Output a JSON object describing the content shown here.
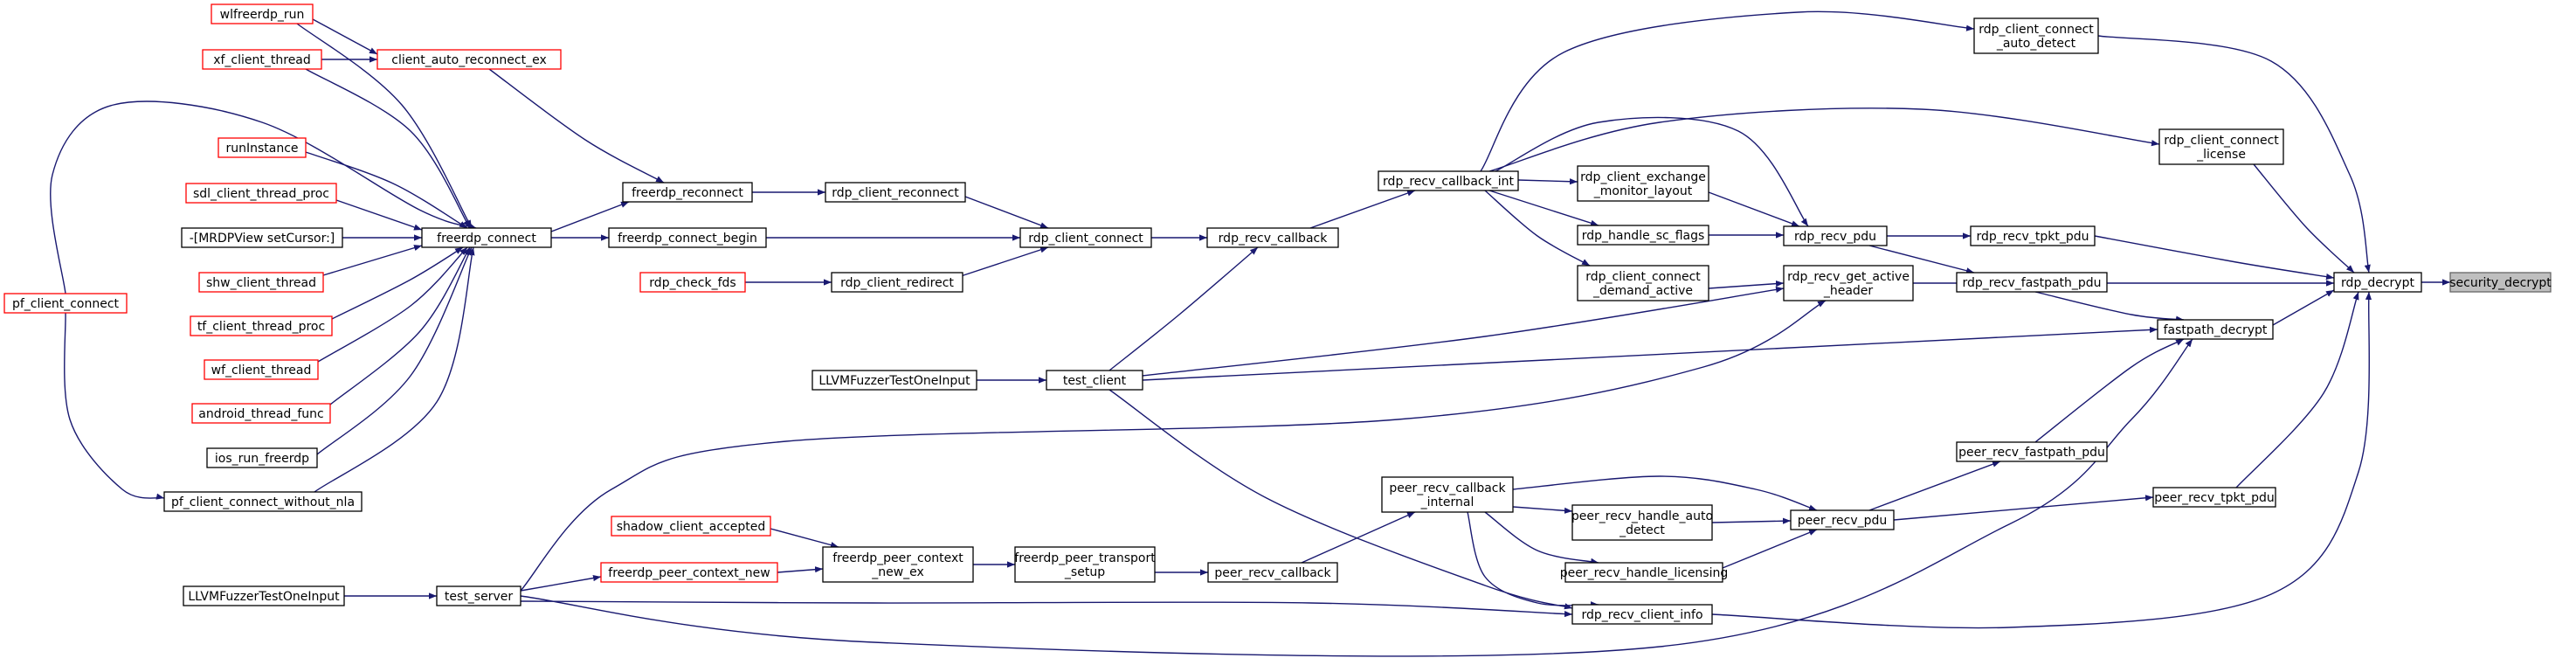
{
  "nodes": {
    "security_decrypt": {
      "lines": [
        "security_decrypt"
      ],
      "style": "grey"
    },
    "rdp_decrypt": {
      "lines": [
        "rdp_decrypt"
      ],
      "style": "black"
    },
    "rdp_client_connect_auto_detect": {
      "lines": [
        "rdp_client_connect",
        "_auto_detect"
      ],
      "style": "black"
    },
    "rdp_client_connect_license": {
      "lines": [
        "rdp_client_connect",
        "_license"
      ],
      "style": "black"
    },
    "rdp_recv_tpkt_pdu": {
      "lines": [
        "rdp_recv_tpkt_pdu"
      ],
      "style": "black"
    },
    "rdp_recv_fastpath_pdu": {
      "lines": [
        "rdp_recv_fastpath_pdu"
      ],
      "style": "black"
    },
    "rdp_recv_get_active_header": {
      "lines": [
        "rdp_recv_get_active",
        "_header"
      ],
      "style": "black"
    },
    "fastpath_decrypt": {
      "lines": [
        "fastpath_decrypt"
      ],
      "style": "black"
    },
    "peer_recv_fastpath_pdu": {
      "lines": [
        "peer_recv_fastpath_pdu"
      ],
      "style": "black"
    },
    "peer_recv_tpkt_pdu": {
      "lines": [
        "peer_recv_tpkt_pdu"
      ],
      "style": "black"
    },
    "rdp_recv_pdu": {
      "lines": [
        "rdp_recv_pdu"
      ],
      "style": "black"
    },
    "rdp_client_exchange_monitor_layout": {
      "lines": [
        "rdp_client_exchange",
        "_monitor_layout"
      ],
      "style": "black"
    },
    "rdp_handle_sc_flags": {
      "lines": [
        "rdp_handle_sc_flags"
      ],
      "style": "black"
    },
    "rdp_client_connect_demand_active": {
      "lines": [
        "rdp_client_connect",
        "_demand_active"
      ],
      "style": "black"
    },
    "rdp_recv_callback_int": {
      "lines": [
        "rdp_recv_callback_int"
      ],
      "style": "black"
    },
    "rdp_recv_callback": {
      "lines": [
        "rdp_recv_callback"
      ],
      "style": "black"
    },
    "rdp_client_connect": {
      "lines": [
        "rdp_client_connect"
      ],
      "style": "black"
    },
    "rdp_client_reconnect": {
      "lines": [
        "rdp_client_reconnect"
      ],
      "style": "black"
    },
    "rdp_client_redirect": {
      "lines": [
        "rdp_client_redirect"
      ],
      "style": "black"
    },
    "rdp_check_fds": {
      "lines": [
        "rdp_check_fds"
      ],
      "style": "red"
    },
    "freerdp_reconnect": {
      "lines": [
        "freerdp_reconnect"
      ],
      "style": "black"
    },
    "freerdp_connect_begin": {
      "lines": [
        "freerdp_connect_begin"
      ],
      "style": "black"
    },
    "freerdp_connect": {
      "lines": [
        "freerdp_connect"
      ],
      "style": "black"
    },
    "client_auto_reconnect_ex": {
      "lines": [
        "client_auto_reconnect_ex"
      ],
      "style": "red"
    },
    "wlfreerdp_run": {
      "lines": [
        "wlfreerdp_run"
      ],
      "style": "red"
    },
    "xf_client_thread": {
      "lines": [
        "xf_client_thread"
      ],
      "style": "red"
    },
    "runInstance": {
      "lines": [
        "runInstance"
      ],
      "style": "red"
    },
    "sdl_client_thread_proc": {
      "lines": [
        "sdl_client_thread_proc"
      ],
      "style": "red"
    },
    "mrdpview_setcursor": {
      "lines": [
        "-[MRDPView setCursor:]"
      ],
      "style": "black"
    },
    "shw_client_thread": {
      "lines": [
        "shw_client_thread"
      ],
      "style": "red"
    },
    "tf_client_thread_proc": {
      "lines": [
        "tf_client_thread_proc"
      ],
      "style": "red"
    },
    "wf_client_thread": {
      "lines": [
        "wf_client_thread"
      ],
      "style": "red"
    },
    "android_thread_func": {
      "lines": [
        "android_thread_func"
      ],
      "style": "red"
    },
    "ios_run_freerdp": {
      "lines": [
        "ios_run_freerdp"
      ],
      "style": "black"
    },
    "pf_client_connect_without_nla": {
      "lines": [
        "pf_client_connect_without_nla"
      ],
      "style": "black"
    },
    "pf_client_connect": {
      "lines": [
        "pf_client_connect"
      ],
      "style": "red"
    },
    "test_client": {
      "lines": [
        "test_client"
      ],
      "style": "black"
    },
    "llvm_fuzzer_client": {
      "lines": [
        "LLVMFuzzerTestOneInput"
      ],
      "style": "black"
    },
    "peer_recv_pdu": {
      "lines": [
        "peer_recv_pdu"
      ],
      "style": "black"
    },
    "peer_recv_handle_auto_detect": {
      "lines": [
        "peer_recv_handle_auto",
        "_detect"
      ],
      "style": "black"
    },
    "peer_recv_handle_licensing": {
      "lines": [
        "peer_recv_handle_licensing"
      ],
      "style": "black"
    },
    "peer_recv_callback_internal": {
      "lines": [
        "peer_recv_callback",
        "_internal"
      ],
      "style": "black"
    },
    "peer_recv_callback": {
      "lines": [
        "peer_recv_callback"
      ],
      "style": "black"
    },
    "freerdp_peer_transport_setup": {
      "lines": [
        "freerdp_peer_transport",
        "_setup"
      ],
      "style": "black"
    },
    "freerdp_peer_context_new_ex": {
      "lines": [
        "freerdp_peer_context",
        "_new_ex"
      ],
      "style": "black"
    },
    "shadow_client_accepted": {
      "lines": [
        "shadow_client_accepted"
      ],
      "style": "red"
    },
    "freerdp_peer_context_new": {
      "lines": [
        "freerdp_peer_context_new"
      ],
      "style": "red"
    },
    "test_server": {
      "lines": [
        "test_server"
      ],
      "style": "black"
    },
    "llvm_fuzzer_server": {
      "lines": [
        "LLVMFuzzerTestOneInput"
      ],
      "style": "black"
    },
    "rdp_recv_client_info": {
      "lines": [
        "rdp_recv_client_info"
      ],
      "style": "black"
    }
  },
  "edges": [
    [
      "rdp_decrypt",
      "security_decrypt"
    ],
    [
      "rdp_client_connect_auto_detect",
      "rdp_decrypt"
    ],
    [
      "rdp_client_connect_license",
      "rdp_decrypt"
    ],
    [
      "rdp_recv_tpkt_pdu",
      "rdp_decrypt"
    ],
    [
      "rdp_recv_get_active_header",
      "rdp_decrypt"
    ],
    [
      "fastpath_decrypt",
      "rdp_decrypt"
    ],
    [
      "peer_recv_tpkt_pdu",
      "rdp_decrypt"
    ],
    [
      "rdp_recv_client_info",
      "rdp_decrypt"
    ],
    [
      "rdp_recv_fastpath_pdu",
      "fastpath_decrypt"
    ],
    [
      "peer_recv_fastpath_pdu",
      "fastpath_decrypt"
    ],
    [
      "test_client",
      "fastpath_decrypt"
    ],
    [
      "test_server",
      "fastpath_decrypt"
    ],
    [
      "rdp_recv_pdu",
      "rdp_recv_tpkt_pdu"
    ],
    [
      "rdp_recv_pdu",
      "rdp_recv_fastpath_pdu"
    ],
    [
      "rdp_client_exchange_monitor_layout",
      "rdp_recv_pdu"
    ],
    [
      "rdp_handle_sc_flags",
      "rdp_recv_pdu"
    ],
    [
      "rdp_recv_callback_int",
      "rdp_recv_pdu"
    ],
    [
      "rdp_client_connect_demand_active",
      "rdp_recv_get_active_header"
    ],
    [
      "test_client",
      "rdp_recv_get_active_header"
    ],
    [
      "test_server",
      "rdp_recv_get_active_header"
    ],
    [
      "rdp_recv_callback_int",
      "rdp_client_connect_auto_detect"
    ],
    [
      "rdp_recv_callback_int",
      "rdp_client_connect_license"
    ],
    [
      "rdp_recv_callback_int",
      "rdp_client_exchange_monitor_layout"
    ],
    [
      "rdp_recv_callback_int",
      "rdp_handle_sc_flags"
    ],
    [
      "rdp_recv_callback_int",
      "rdp_client_connect_demand_active"
    ],
    [
      "rdp_recv_callback",
      "rdp_recv_callback_int"
    ],
    [
      "test_client",
      "rdp_recv_callback"
    ],
    [
      "rdp_client_connect",
      "rdp_recv_callback"
    ],
    [
      "rdp_client_reconnect",
      "rdp_client_connect"
    ],
    [
      "freerdp_connect_begin",
      "rdp_client_connect"
    ],
    [
      "rdp_client_redirect",
      "rdp_client_connect"
    ],
    [
      "rdp_check_fds",
      "rdp_client_redirect"
    ],
    [
      "freerdp_reconnect",
      "rdp_client_reconnect"
    ],
    [
      "freerdp_connect",
      "freerdp_connect_begin"
    ],
    [
      "freerdp_connect",
      "freerdp_reconnect"
    ],
    [
      "client_auto_reconnect_ex",
      "freerdp_reconnect"
    ],
    [
      "wlfreerdp_run",
      "client_auto_reconnect_ex"
    ],
    [
      "xf_client_thread",
      "client_auto_reconnect_ex"
    ],
    [
      "wlfreerdp_run",
      "freerdp_connect"
    ],
    [
      "xf_client_thread",
      "freerdp_connect"
    ],
    [
      "runInstance",
      "freerdp_connect"
    ],
    [
      "sdl_client_thread_proc",
      "freerdp_connect"
    ],
    [
      "mrdpview_setcursor",
      "freerdp_connect"
    ],
    [
      "shw_client_thread",
      "freerdp_connect"
    ],
    [
      "tf_client_thread_proc",
      "freerdp_connect"
    ],
    [
      "wf_client_thread",
      "freerdp_connect"
    ],
    [
      "android_thread_func",
      "freerdp_connect"
    ],
    [
      "ios_run_freerdp",
      "freerdp_connect"
    ],
    [
      "pf_client_connect_without_nla",
      "freerdp_connect"
    ],
    [
      "pf_client_connect",
      "freerdp_connect"
    ],
    [
      "pf_client_connect",
      "pf_client_connect_without_nla"
    ],
    [
      "llvm_fuzzer_client",
      "test_client"
    ],
    [
      "peer_recv_pdu",
      "peer_recv_fastpath_pdu"
    ],
    [
      "peer_recv_pdu",
      "peer_recv_tpkt_pdu"
    ],
    [
      "peer_recv_callback_internal",
      "peer_recv_pdu"
    ],
    [
      "peer_recv_handle_auto_detect",
      "peer_recv_pdu"
    ],
    [
      "peer_recv_handle_licensing",
      "peer_recv_pdu"
    ],
    [
      "peer_recv_callback_internal",
      "peer_recv_handle_auto_detect"
    ],
    [
      "peer_recv_callback_internal",
      "peer_recv_handle_licensing"
    ],
    [
      "peer_recv_callback_internal",
      "rdp_recv_client_info"
    ],
    [
      "peer_recv_callback",
      "peer_recv_callback_internal"
    ],
    [
      "freerdp_peer_transport_setup",
      "peer_recv_callback"
    ],
    [
      "freerdp_peer_context_new_ex",
      "freerdp_peer_transport_setup"
    ],
    [
      "shadow_client_accepted",
      "freerdp_peer_context_new_ex"
    ],
    [
      "freerdp_peer_context_new",
      "freerdp_peer_context_new_ex"
    ],
    [
      "test_server",
      "freerdp_peer_context_new"
    ],
    [
      "llvm_fuzzer_server",
      "test_server"
    ],
    [
      "test_client",
      "rdp_recv_client_info"
    ],
    [
      "test_server",
      "rdp_recv_client_info"
    ]
  ],
  "colors": {
    "edge": "#191970",
    "box_border": "#000000",
    "box_border_incomplete": "#ff0000",
    "highlight_fill": "#bfbfbf",
    "highlight_border": "#666666"
  }
}
